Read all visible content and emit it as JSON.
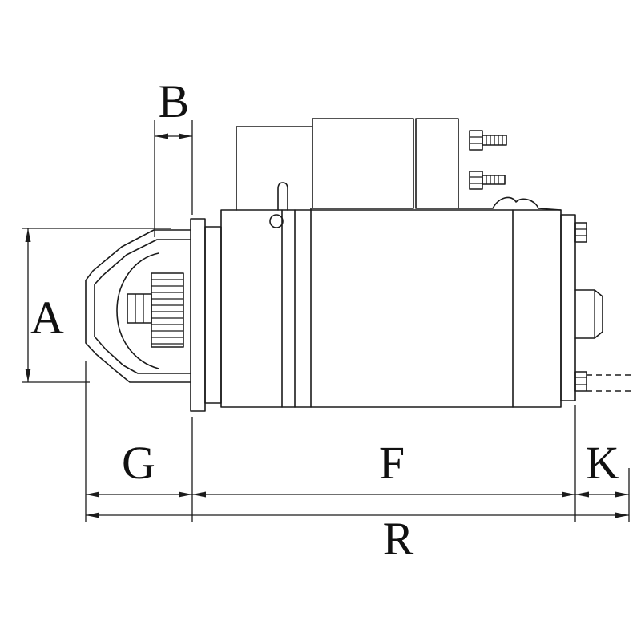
{
  "drawing": {
    "background": "#ffffff",
    "line_color": "#1b1b1b",
    "labels": {
      "A": "A",
      "B": "B",
      "G": "G",
      "F": "F",
      "K": "K",
      "R": "R"
    }
  }
}
